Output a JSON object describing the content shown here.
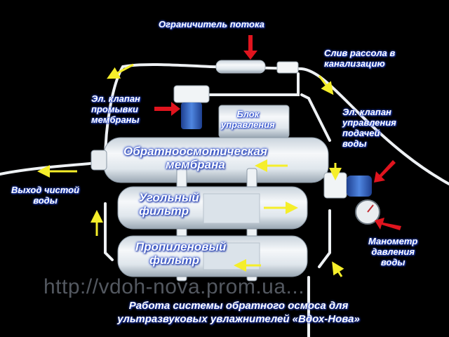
{
  "labels": {
    "flow_limiter": "Ограничитель потока",
    "brine_drain_1": "Слив рассола в",
    "brine_drain_2": "канализацию",
    "flush_valve_1": "Эл. клапан",
    "flush_valve_2": "промывки",
    "flush_valve_3": "мембраны",
    "control_unit_1": "Блок",
    "control_unit_2": "управления",
    "feed_valve_1": "Эл. клапан",
    "feed_valve_2": "управления",
    "feed_valve_3": "подачей",
    "feed_valve_4": "воды",
    "ro_membrane_1": "Обратноосмотическая",
    "ro_membrane_2": "мембрана",
    "clean_outlet_1": "Выход чистой",
    "clean_outlet_2": "воды",
    "carbon_filter_1": "Угольный",
    "carbon_filter_2": "фильтр",
    "pp_filter_1": "Пропиленовый",
    "pp_filter_2": "фильтр",
    "gauge_1": "Манометр",
    "gauge_2": "давления",
    "gauge_3": "воды"
  },
  "watermark": "http://vdoh-nova.prom.ua...",
  "caption": {
    "line1": "Работа системы обратного осмоса для",
    "line2": "ультразвуковых  увлажнителей «Вдох-Нова»"
  },
  "colors": {
    "background": "#000000",
    "label_glow": "#2a4fd8",
    "arrow_red": "#e0141e",
    "arrow_yellow": "#f5ee2a",
    "housing": "#e9eef2",
    "tube": "#f4f6f8",
    "valve_blue": "#3566c8"
  }
}
